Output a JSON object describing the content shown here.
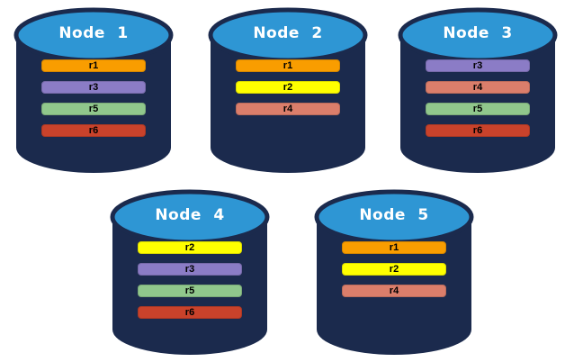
{
  "colors": {
    "background": "#ffffff",
    "cylinder_body": "#1B2A4D",
    "cylinder_lid": "#2E96D4",
    "bar_text": "#000000",
    "title_text": "#ffffff",
    "replicas": {
      "r1": "#F99D00",
      "r2": "#FFFF00",
      "r3": "#8B7CC6",
      "r4": "#DB7E6B",
      "r5": "#90C78C",
      "r6": "#C9422B"
    }
  },
  "nodes": [
    {
      "label": "Node 1",
      "replicas": [
        "r1",
        "r3",
        "r5",
        "r6"
      ]
    },
    {
      "label": "Node 2",
      "replicas": [
        "r1",
        "r2",
        "r4"
      ]
    },
    {
      "label": "Node 3",
      "replicas": [
        "r3",
        "r4",
        "r5",
        "r6"
      ]
    },
    {
      "label": "Node 4",
      "replicas": [
        "r2",
        "r3",
        "r5",
        "r6"
      ]
    },
    {
      "label": "Node 5",
      "replicas": [
        "r1",
        "r2",
        "r4"
      ]
    }
  ]
}
